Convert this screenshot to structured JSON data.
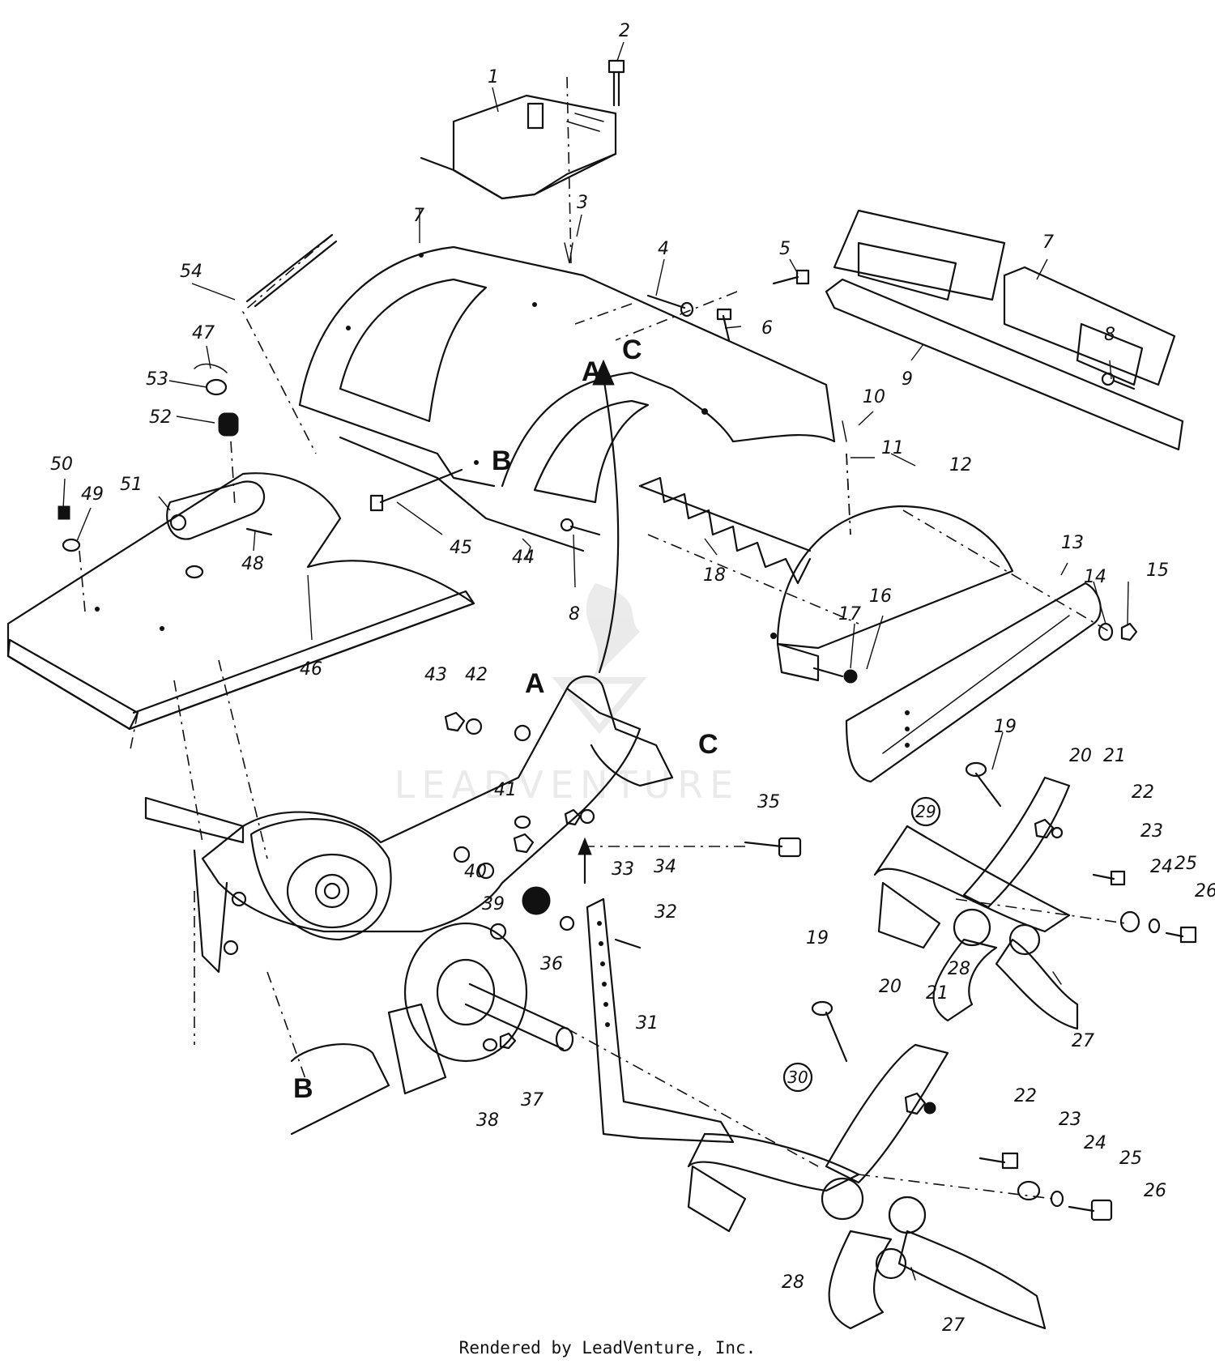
{
  "diagram": {
    "part_numbers": [
      "1",
      "2",
      "3",
      "4",
      "5",
      "6",
      "7",
      "7",
      "8",
      "8",
      "9",
      "10",
      "11",
      "12",
      "13",
      "14",
      "15",
      "16",
      "17",
      "18",
      "19",
      "19",
      "20",
      "20",
      "21",
      "21",
      "22",
      "22",
      "23",
      "23",
      "24",
      "24",
      "25",
      "25",
      "26",
      "26",
      "27",
      "27",
      "28",
      "28",
      "29",
      "30",
      "31",
      "32",
      "33",
      "34",
      "35",
      "36",
      "37",
      "38",
      "39",
      "40",
      "41",
      "42",
      "43",
      "44",
      "45",
      "46",
      "47",
      "48",
      "49",
      "50",
      "51",
      "52",
      "53",
      "54"
    ],
    "reference_letters": [
      "A",
      "A",
      "B",
      "B",
      "C",
      "C"
    ],
    "watermark": "LEADVENTURE"
  },
  "footer": {
    "credit": "Rendered by LeadVenture, Inc."
  }
}
